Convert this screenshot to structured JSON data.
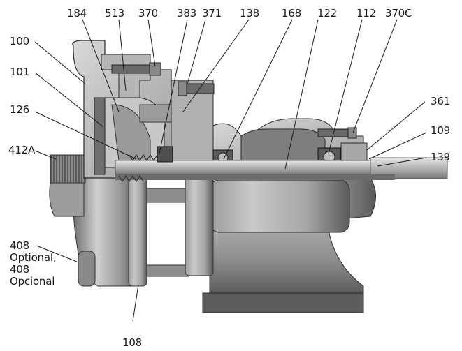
{
  "diagram": {
    "callouts": [
      {
        "id": "c184",
        "text": "184"
      },
      {
        "id": "c513",
        "text": "513"
      },
      {
        "id": "c370",
        "text": "370"
      },
      {
        "id": "c383",
        "text": "383"
      },
      {
        "id": "c371",
        "text": "371"
      },
      {
        "id": "c138",
        "text": "138"
      },
      {
        "id": "c168",
        "text": "168"
      },
      {
        "id": "c122",
        "text": "122"
      },
      {
        "id": "c112",
        "text": "112"
      },
      {
        "id": "c370C",
        "text": "370C"
      },
      {
        "id": "c100",
        "text": "100"
      },
      {
        "id": "c101",
        "text": "101"
      },
      {
        "id": "c126",
        "text": "126"
      },
      {
        "id": "c412A",
        "text": "412A"
      },
      {
        "id": "c361",
        "text": "361"
      },
      {
        "id": "c109",
        "text": "109"
      },
      {
        "id": "c139",
        "text": "139"
      },
      {
        "id": "c108",
        "text": "108"
      }
    ],
    "note_408": [
      "408",
      "Optional,",
      "408",
      "Opcional"
    ]
  }
}
